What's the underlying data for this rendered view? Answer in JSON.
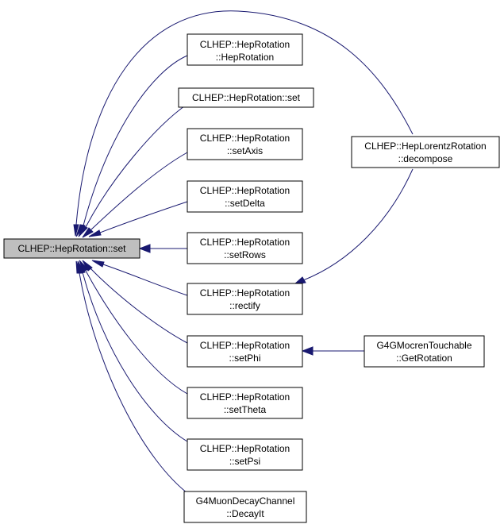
{
  "colors": {
    "edge": "#191970",
    "root_fill": "#bfbfbf",
    "node_fill": "#ffffff",
    "node_border": "#000000"
  },
  "nodes": {
    "root": {
      "line1": "CLHEP::HepRotation::set"
    },
    "hep_rotation_ctor": {
      "line1": "CLHEP::HepRotation",
      "line2": "::HepRotation"
    },
    "hep_rotation_set2": {
      "line1": "CLHEP::HepRotation::set"
    },
    "set_axis": {
      "line1": "CLHEP::HepRotation",
      "line2": "::setAxis"
    },
    "set_delta": {
      "line1": "CLHEP::HepRotation",
      "line2": "::setDelta"
    },
    "set_rows": {
      "line1": "CLHEP::HepRotation",
      "line2": "::setRows"
    },
    "rectify": {
      "line1": "CLHEP::HepRotation",
      "line2": "::rectify"
    },
    "set_phi": {
      "line1": "CLHEP::HepRotation",
      "line2": "::setPhi"
    },
    "set_theta": {
      "line1": "CLHEP::HepRotation",
      "line2": "::setTheta"
    },
    "set_psi": {
      "line1": "CLHEP::HepRotation",
      "line2": "::setPsi"
    },
    "muon_decay_it": {
      "line1": "G4MuonDecayChannel",
      "line2": "::DecayIt"
    },
    "lorentz_decompose": {
      "line1": "CLHEP::HepLorentzRotation",
      "line2": "::decompose"
    },
    "mocren_get_rotation": {
      "line1": "G4GMocrenTouchable",
      "line2": "::GetRotation"
    }
  }
}
